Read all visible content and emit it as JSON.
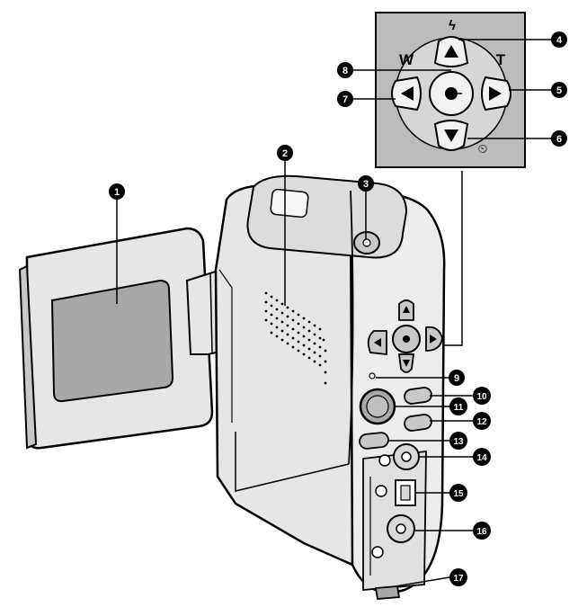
{
  "diagram": {
    "callouts": [
      {
        "id": "callout-1",
        "label": "1"
      },
      {
        "id": "callout-2",
        "label": "2"
      },
      {
        "id": "callout-3",
        "label": "3"
      },
      {
        "id": "callout-4",
        "label": "4"
      },
      {
        "id": "callout-5",
        "label": "5"
      },
      {
        "id": "callout-6",
        "label": "6"
      },
      {
        "id": "callout-7",
        "label": "7"
      },
      {
        "id": "callout-8",
        "label": "8"
      },
      {
        "id": "callout-9",
        "label": "9"
      },
      {
        "id": "callout-10",
        "label": "10"
      },
      {
        "id": "callout-11",
        "label": "11"
      },
      {
        "id": "callout-12",
        "label": "12"
      },
      {
        "id": "callout-13",
        "label": "13"
      },
      {
        "id": "callout-14",
        "label": "14"
      },
      {
        "id": "callout-15",
        "label": "15"
      },
      {
        "id": "callout-16",
        "label": "16"
      },
      {
        "id": "callout-17",
        "label": "17"
      }
    ],
    "inset": {
      "zoom_wide_label": "W",
      "zoom_tele_label": "T",
      "flash_symbol": "ϟ",
      "timer_symbol": "⏲"
    },
    "colors": {
      "outline": "#000000",
      "body_fill": "#e6e6e6",
      "shade_fill": "#c8c8c8",
      "dark_fill": "#a0a0a0",
      "inset_fill": "#bcbcbc"
    }
  }
}
